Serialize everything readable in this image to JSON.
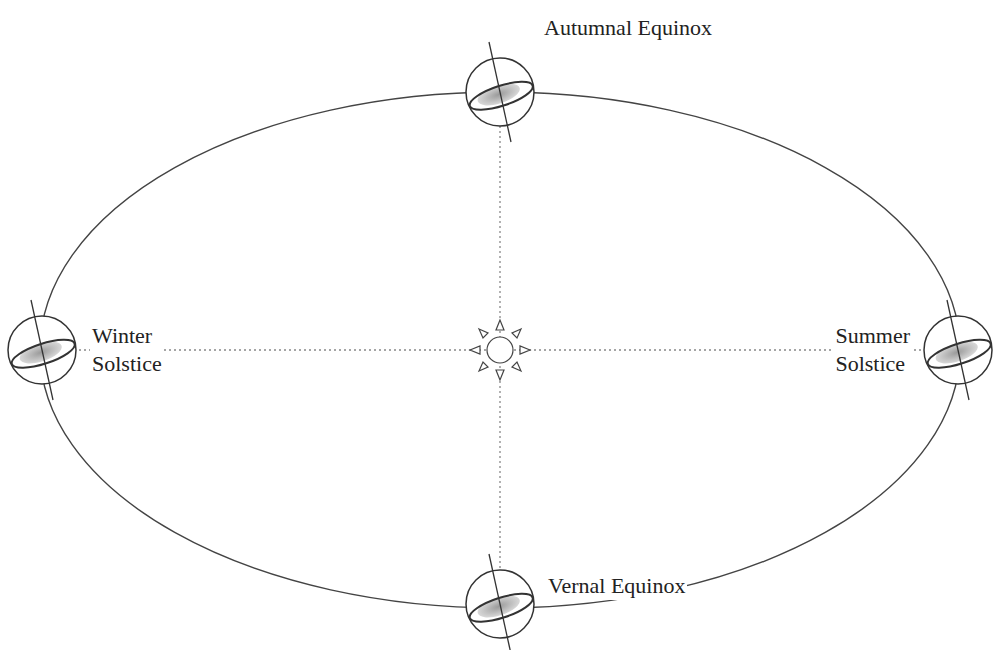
{
  "diagram": {
    "labels": [
      "Autumnal Equinox",
      "Winter Solstice",
      "Summer Solstice",
      "Vernal Equinox"
    ]
  }
}
